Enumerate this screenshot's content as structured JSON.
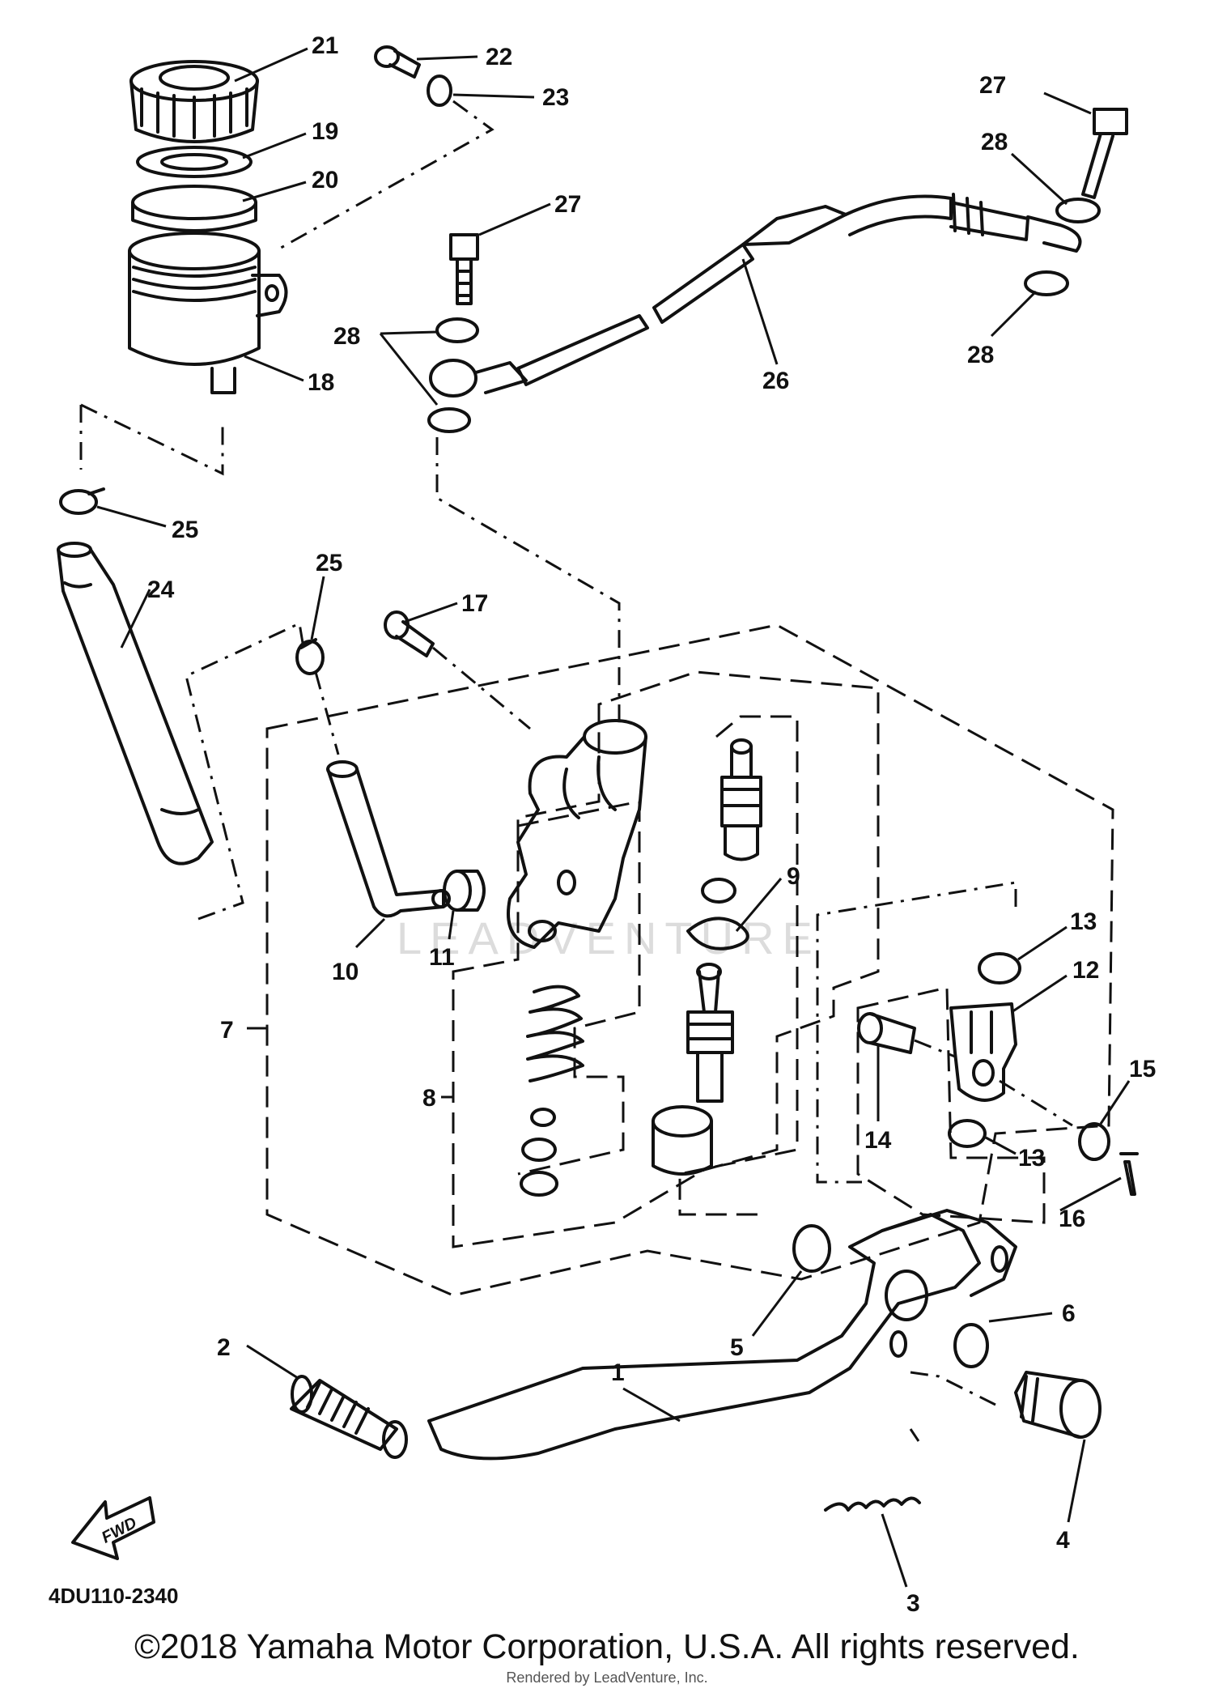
{
  "diagram_code": "4DU110-2340",
  "fwd_label": "FWD",
  "copyright": "©2018 Yamaha Motor Corporation, U.S.A. All rights reserved.",
  "rendered_by": "Rendered by LeadVenture, Inc.",
  "watermark": "LEADVENTURE",
  "callouts": {
    "c1": "1",
    "c2": "2",
    "c3": "3",
    "c4": "4",
    "c5": "5",
    "c6": "6",
    "c7": "7",
    "c8": "8",
    "c9": "9",
    "c10": "10",
    "c11": "11",
    "c12": "12",
    "c13a": "13",
    "c13b": "13",
    "c14": "14",
    "c15": "15",
    "c16": "16",
    "c17": "17",
    "c18": "18",
    "c19": "19",
    "c20": "20",
    "c21": "21",
    "c22": "22",
    "c23": "23",
    "c24": "24",
    "c25a": "25",
    "c25b": "25",
    "c26": "26",
    "c27a": "27",
    "c27b": "27",
    "c28a": "28",
    "c28b": "28",
    "c28c": "28"
  }
}
